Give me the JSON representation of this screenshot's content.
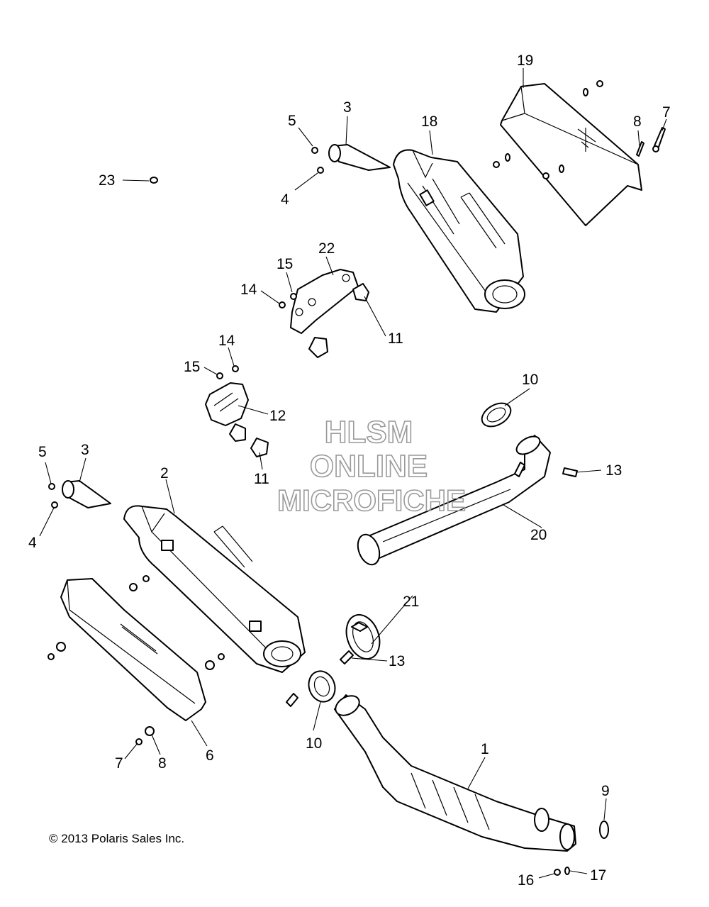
{
  "watermark": {
    "line1": "HLSM",
    "line2": "ONLINE",
    "line3": "MICROFICHE"
  },
  "copyright": "© 2013 Polaris Sales Inc.",
  "callouts": [
    {
      "id": "c19",
      "label": "19"
    },
    {
      "id": "c3a",
      "label": "3"
    },
    {
      "id": "c5a",
      "label": "5"
    },
    {
      "id": "c18",
      "label": "18"
    },
    {
      "id": "c8a",
      "label": "8"
    },
    {
      "id": "c7a",
      "label": "7"
    },
    {
      "id": "c23",
      "label": "23"
    },
    {
      "id": "c4a",
      "label": "4"
    },
    {
      "id": "c22",
      "label": "22"
    },
    {
      "id": "c15a",
      "label": "15"
    },
    {
      "id": "c14a",
      "label": "14"
    },
    {
      "id": "c11a",
      "label": "11"
    },
    {
      "id": "c14b",
      "label": "14"
    },
    {
      "id": "c15b",
      "label": "15"
    },
    {
      "id": "c10a",
      "label": "10"
    },
    {
      "id": "c12",
      "label": "12"
    },
    {
      "id": "c5b",
      "label": "5"
    },
    {
      "id": "c3b",
      "label": "3"
    },
    {
      "id": "c13a",
      "label": "13"
    },
    {
      "id": "c2",
      "label": "2"
    },
    {
      "id": "c11b",
      "label": "11"
    },
    {
      "id": "c4b",
      "label": "4"
    },
    {
      "id": "c20",
      "label": "20"
    },
    {
      "id": "c21",
      "label": "21"
    },
    {
      "id": "c13b",
      "label": "13"
    },
    {
      "id": "c10b",
      "label": "10"
    },
    {
      "id": "c1",
      "label": "1"
    },
    {
      "id": "c7b",
      "label": "7"
    },
    {
      "id": "c8b",
      "label": "8"
    },
    {
      "id": "c6",
      "label": "6"
    },
    {
      "id": "c9",
      "label": "9"
    },
    {
      "id": "c16",
      "label": "16"
    },
    {
      "id": "c17",
      "label": "17"
    }
  ]
}
